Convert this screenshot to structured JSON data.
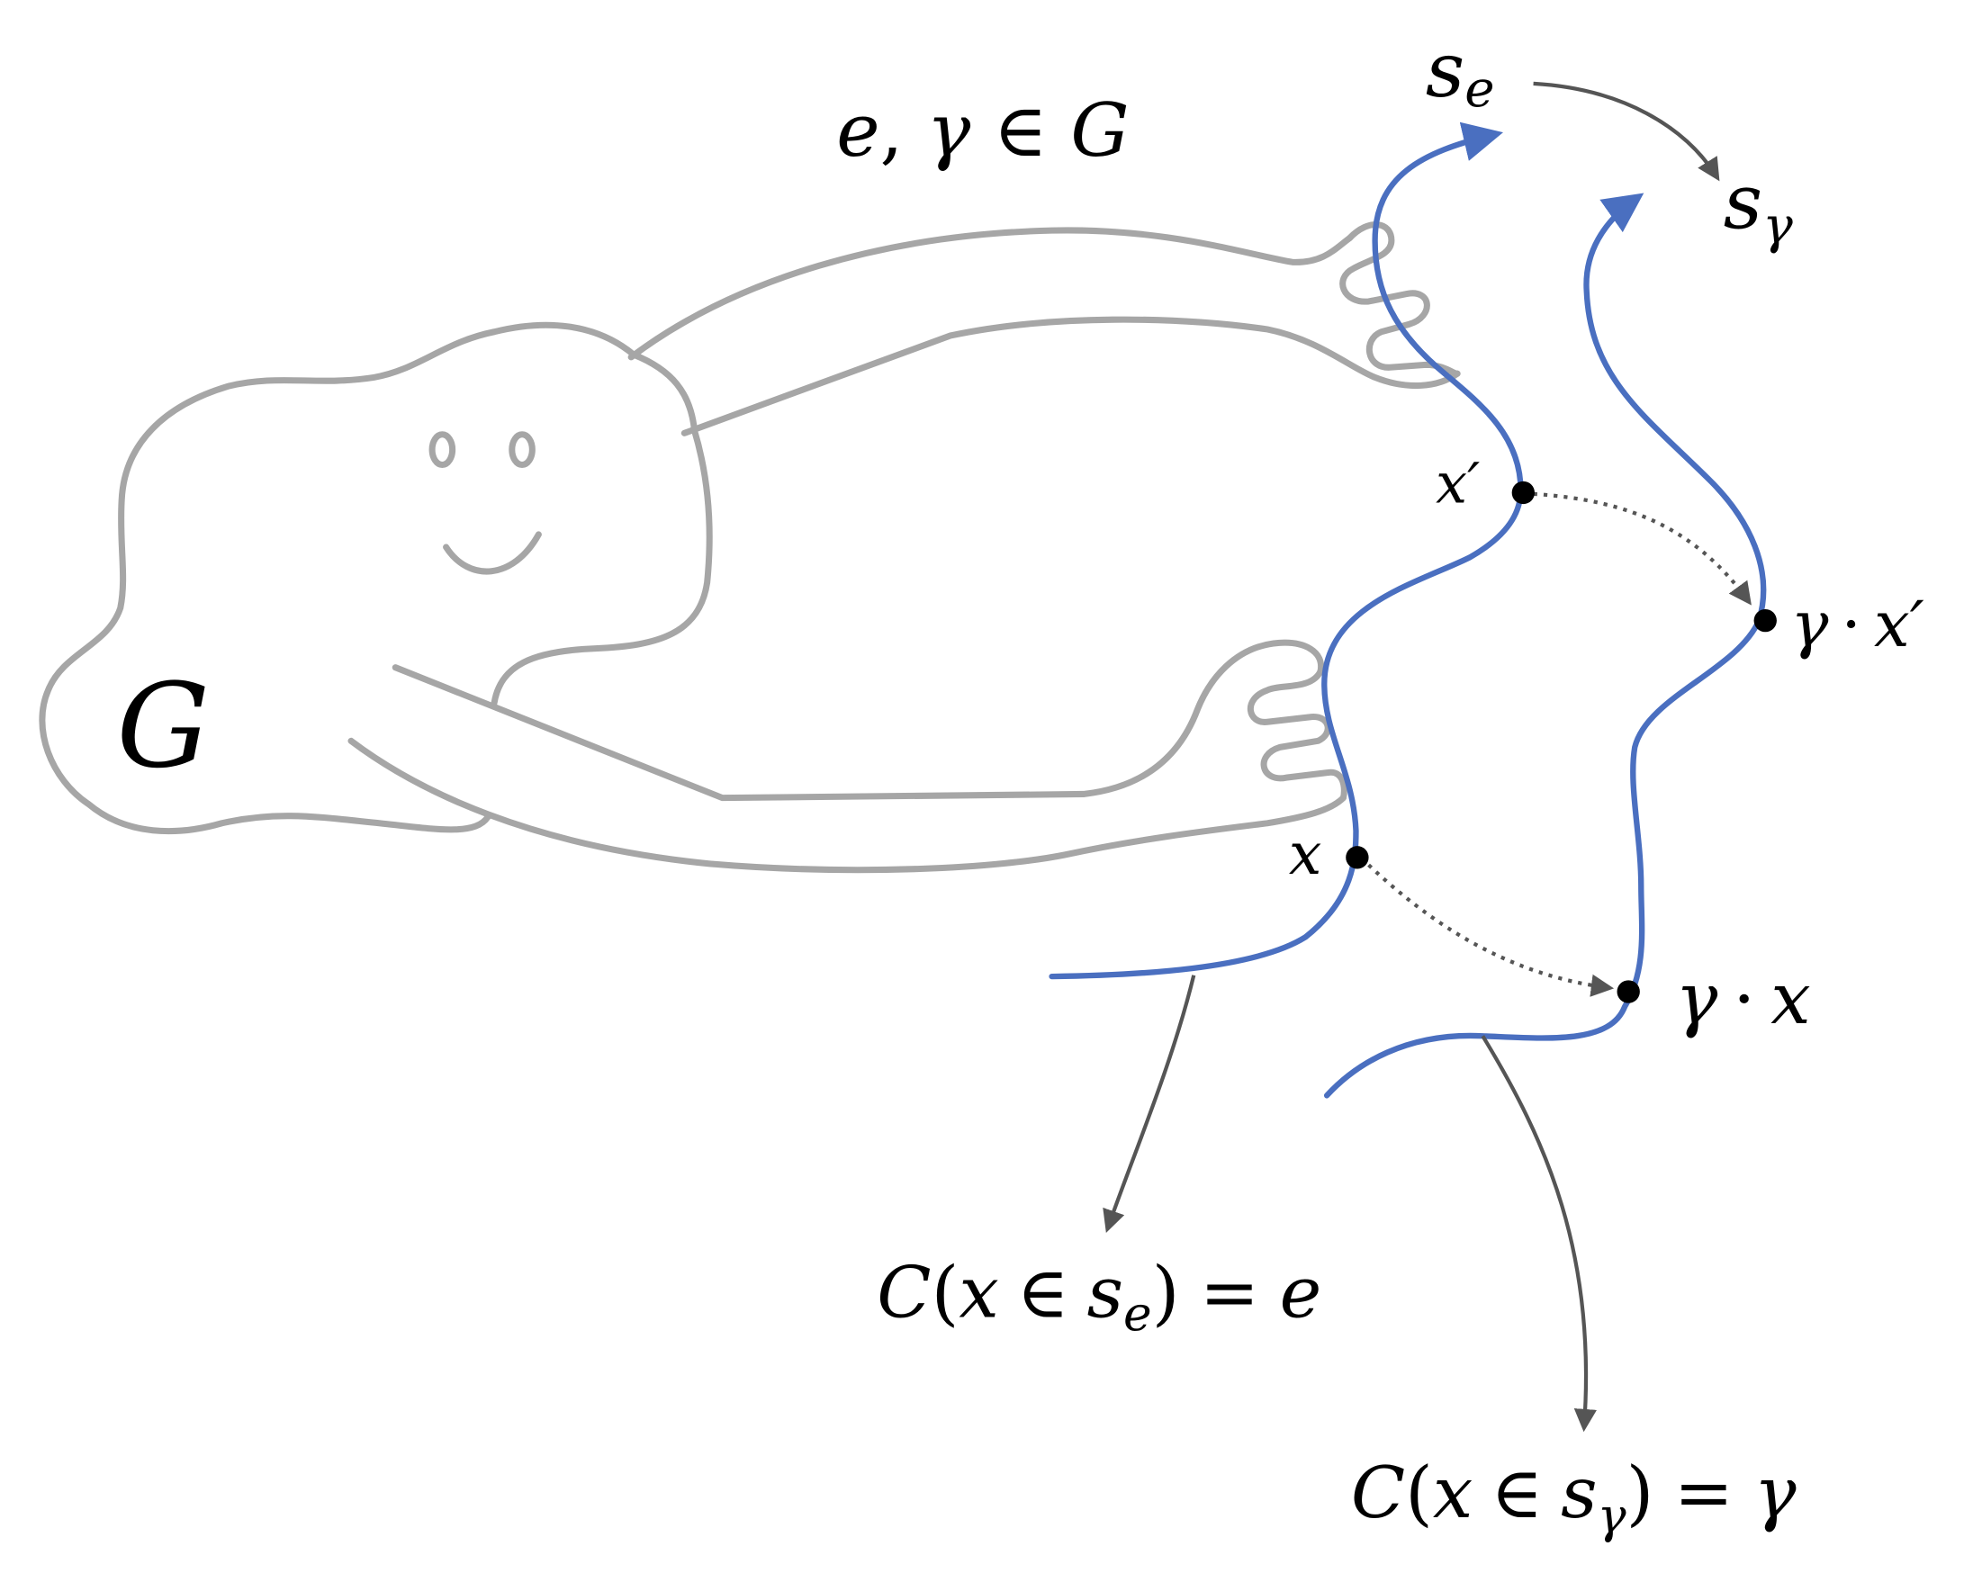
{
  "colors": {
    "creature_outline": "#a6a6a6",
    "section_curve": "#4a6fc0",
    "arrow": "#555555",
    "point": "#000000",
    "text": "#000000"
  },
  "labels": {
    "group": "G",
    "group_elements": {
      "e": "e",
      "gamma": "γ",
      "elem_of": "∈",
      "G": "G"
    },
    "section_e": {
      "base": "s",
      "sub": "e"
    },
    "section_gamma": {
      "base": "s",
      "sub": "γ"
    },
    "x": "x",
    "x_prime": "x′",
    "gamma_x": {
      "gamma": "γ",
      "dot": "·",
      "x": "x"
    },
    "gamma_x_prime": {
      "gamma": "γ",
      "dot": "·",
      "x": "x′"
    },
    "canon_e": {
      "C": "C",
      "open": "(",
      "x": "x",
      "in": "∈",
      "s": "s",
      "sub": "e",
      "close": ")",
      "eq": "=",
      "rhs": "e"
    },
    "canon_gamma": {
      "C": "C",
      "open": "(",
      "x": "x",
      "in": "∈",
      "s": "s",
      "sub": "γ",
      "close": ")",
      "eq": "=",
      "rhs": "γ"
    }
  }
}
